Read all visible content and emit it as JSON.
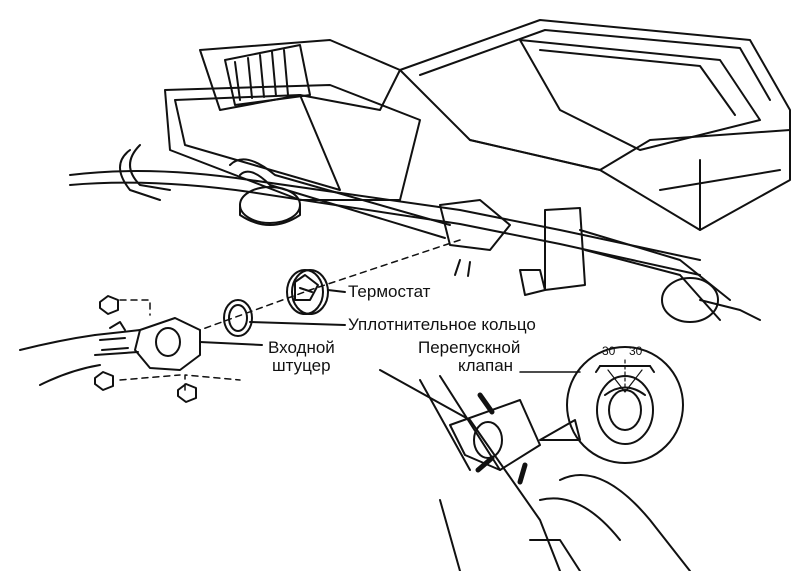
{
  "labels": {
    "thermostat": "Термостат",
    "seal_ring": "Уплотнительное кольцо",
    "inlet_fitting_line1": "Входной",
    "inlet_fitting_line2": "штуцер",
    "bypass_valve_line1": "Перепускной",
    "bypass_valve_line2": "клапан"
  },
  "angle_marks": {
    "left": "30",
    "right": "30"
  },
  "colors": {
    "ink": "#111111",
    "paper": "#ffffff"
  }
}
